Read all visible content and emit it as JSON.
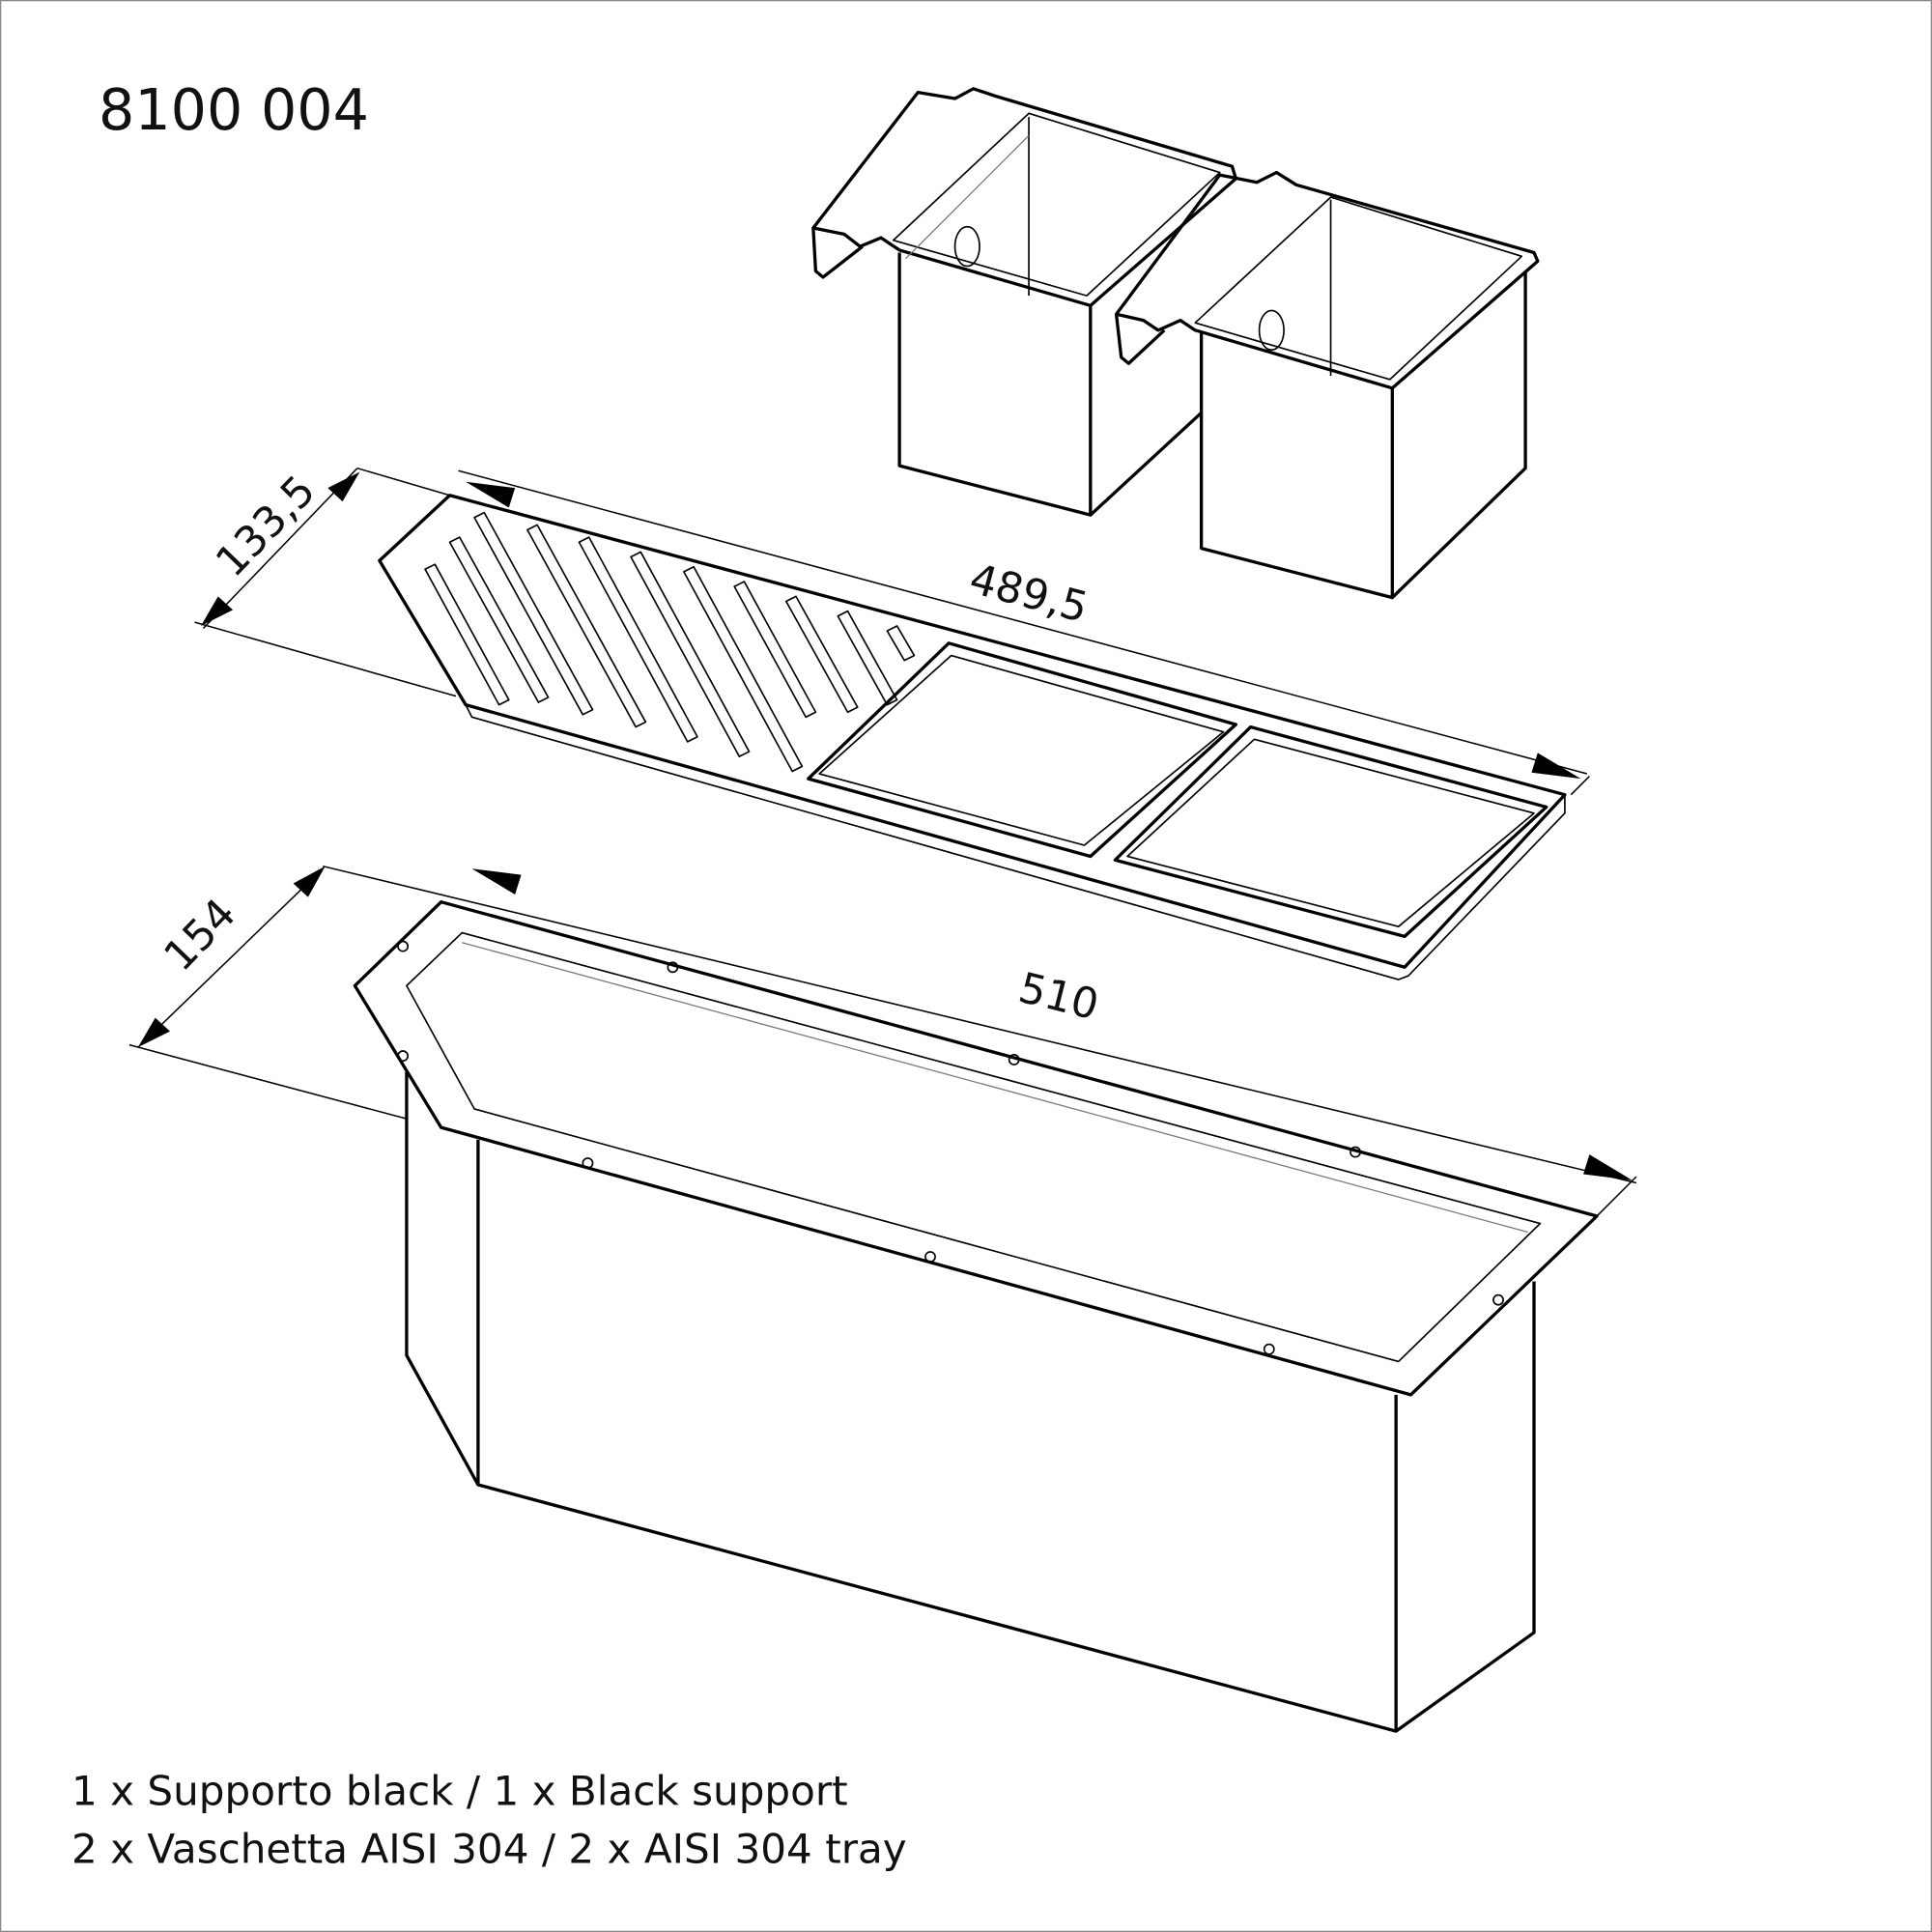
{
  "code": "8100 004",
  "dimensions": {
    "grid_depth": "133,5",
    "grid_length": "489,5",
    "support_depth": "154",
    "support_length": "510"
  },
  "parts_list": [
    "1 x Supporto black / 1 x Black support",
    "2 x Vaschetta AISI 304 / 2 x AISI 304 tray"
  ]
}
